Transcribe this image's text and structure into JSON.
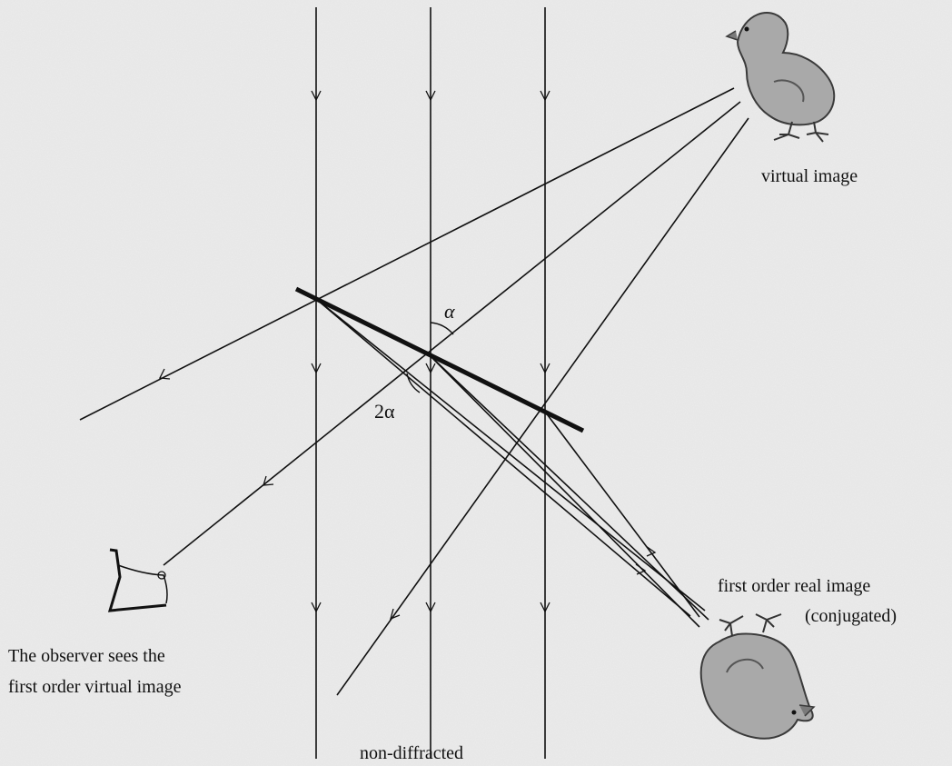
{
  "labels": {
    "virtual_image": "virtual image",
    "alpha": "α",
    "two_alpha": "2α",
    "real_image_line1": "first order real image",
    "real_image_line2": "(conjugated)",
    "observer_line1": "The observer sees the",
    "observer_line2": "first order virtual image",
    "non_diffracted": "non-diffracted"
  },
  "colors": {
    "background": "#ececec",
    "ink": "#111111",
    "chick_fill": "#a9a9a9",
    "chick_outline": "#3a3a3a"
  }
}
